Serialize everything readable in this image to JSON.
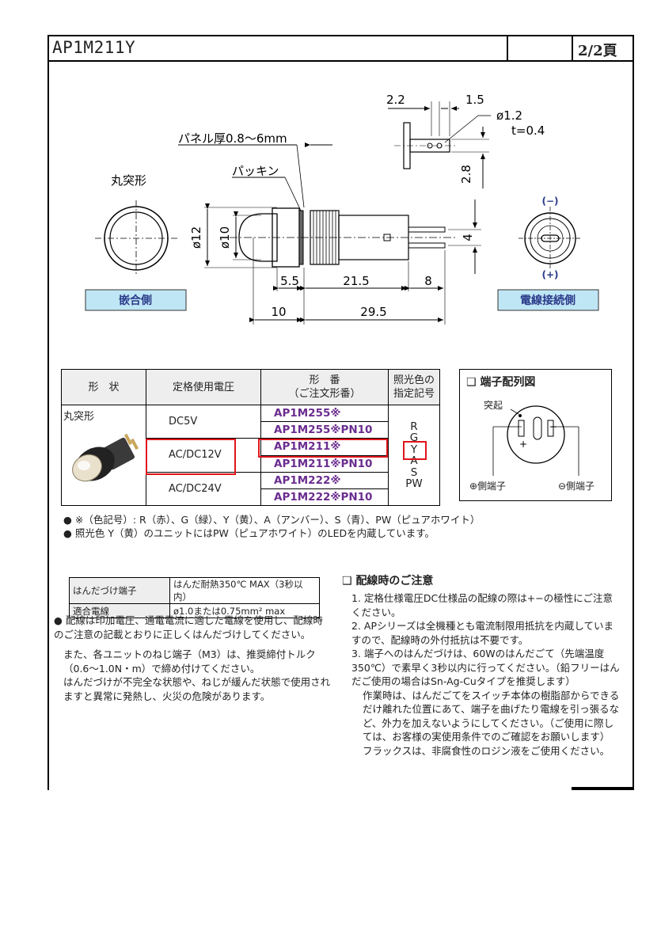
{
  "header": {
    "title": "AP1M211Y",
    "page": "2/2頁"
  },
  "drawing": {
    "front_label": "丸突形",
    "front_caption": "嵌合側",
    "rear_caption": "電線接続側",
    "panel_label": "パネル厚0.8～6mm",
    "packing_label": "パッキン",
    "dims": {
      "d1": "2.2",
      "d2": "1.5",
      "d3": "ø1.2",
      "d4": "t=0.4",
      "d5": "2.8",
      "d6": "ø12",
      "d7": "ø10",
      "d8": "4",
      "d9": "5.5",
      "d10": "21.5",
      "d11": "8",
      "d12": "10",
      "d13": "29.5"
    },
    "minus": "(−)",
    "plus": "(+)"
  },
  "spec_table": {
    "headers": {
      "shape": "形　状",
      "voltage": "定格使用電圧",
      "part_line1": "形　番",
      "part_line2": "（ご注文形番）",
      "color_line1": "照光色の",
      "color_line2": "指定記号"
    },
    "shape": "丸突形",
    "rows": [
      {
        "voltage": "DC5V",
        "models": [
          "AP1M255※",
          "AP1M255※PN10"
        ]
      },
      {
        "voltage": "AC/DC12V",
        "models": [
          "AP1M211※",
          "AP1M211※PN10"
        ]
      },
      {
        "voltage": "AC/DC24V",
        "models": [
          "AP1M222※",
          "AP1M222※PN10"
        ]
      }
    ],
    "color_codes": [
      "R",
      "G",
      "Y",
      "A",
      "S",
      "PW"
    ]
  },
  "terminal_diagram": {
    "title": "端子配列図",
    "protrusion": "突起",
    "plus_side": "⊕側端子",
    "minus_side": "⊖側端子",
    "plus": "+",
    "minus": "−"
  },
  "notes": [
    "● ※（色記号）: R（赤）、G（緑）、Y（黄）、A（アンバー）、S（青）、PW（ピュアホワイト）",
    "● 照光色 Y（黄）のユニットにはPW（ピュアホワイト）のLEDを内蔵しています。"
  ],
  "solder_table": [
    {
      "key": "はんだづけ端子",
      "value": "はんだ耐熱350℃ MAX（3秒以内）"
    },
    {
      "key": "適合電線",
      "value": "ø1.0または0.75mm² max"
    }
  ],
  "left_notes": {
    "p1": "● 配線は印加電圧、通電電流に適した電線を使用し、配線時のご注意の記載とおりに正しくはんだづけしてください。",
    "p2": "また、各ユニットのねじ端子（M3）は、推奨締付トルク（0.6〜1.0N・m）で締め付けてください。",
    "p3": "はんだづけが不完全な状態や、ねじが緩んだ状態で使用されますと異常に発熱し、火災の危険があります。"
  },
  "wiring": {
    "title": "配線時のご注意",
    "items": [
      "1. 定格仕様電圧DC仕様品の配線の際は+−の極性にご注意ください。",
      "2. APシリーズは全機種とも電流制限用抵抗を内蔵していますので、配線時の外付抵抗は不要です。",
      "3. 端子へのはんだづけは、60Wのはんだごて（先端温度350℃）で素早く3秒以内に行ってください。（鉛フリーはんだご使用の場合はSn-Ag-Cuタイプを推奨します）",
      "作業時は、はんだごてをスイッチ本体の樹脂部からできるだけ離れた位置にあて、端子を曲げたり電線を引っ張るなど、外力を加えないようにしてください。（ご使用に際しては、お客様の実使用条件でのご確認をお願いします）",
      "フラックスは、非腐食性のロジン液をご使用ください。"
    ]
  }
}
